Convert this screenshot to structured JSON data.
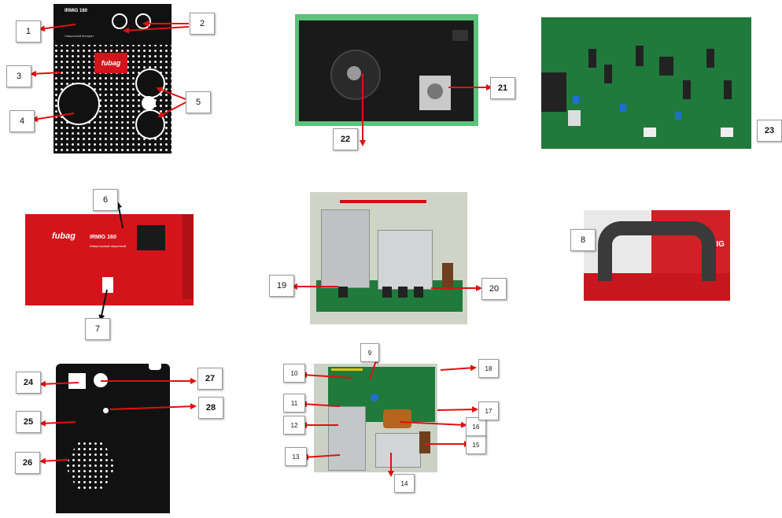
{
  "labels": {
    "l1": "1",
    "l2": "2",
    "l3": "3",
    "l4": "4",
    "l5": "5",
    "l6": "6",
    "l7": "7",
    "l8": "8",
    "l9": "9",
    "l10": "10",
    "l11": "11",
    "l12": "12",
    "l13": "13",
    "l14": "14",
    "l15": "15",
    "l16": "16",
    "l17": "17",
    "l18": "18",
    "l19": "19",
    "l20": "20",
    "l21": "21",
    "l22": "22",
    "l23": "23",
    "l24": "24",
    "l25": "25",
    "l26": "26",
    "l27": "27",
    "l28": "28"
  },
  "front_panel": {
    "model": "IRMIG 160",
    "brand": "fubag",
    "sub_text": "Сварочный аппарат"
  },
  "housing": {
    "brand": "fubag",
    "model": "IRMIG 160",
    "model_sub": "Инверторный сварочный"
  },
  "handle_photo": {
    "text": "IRMIG"
  },
  "colors": {
    "arrow": "#e01010",
    "arrow_alt": "#111111",
    "housing_red": "#d4141b",
    "pcb_green": "#1f7a3c"
  }
}
